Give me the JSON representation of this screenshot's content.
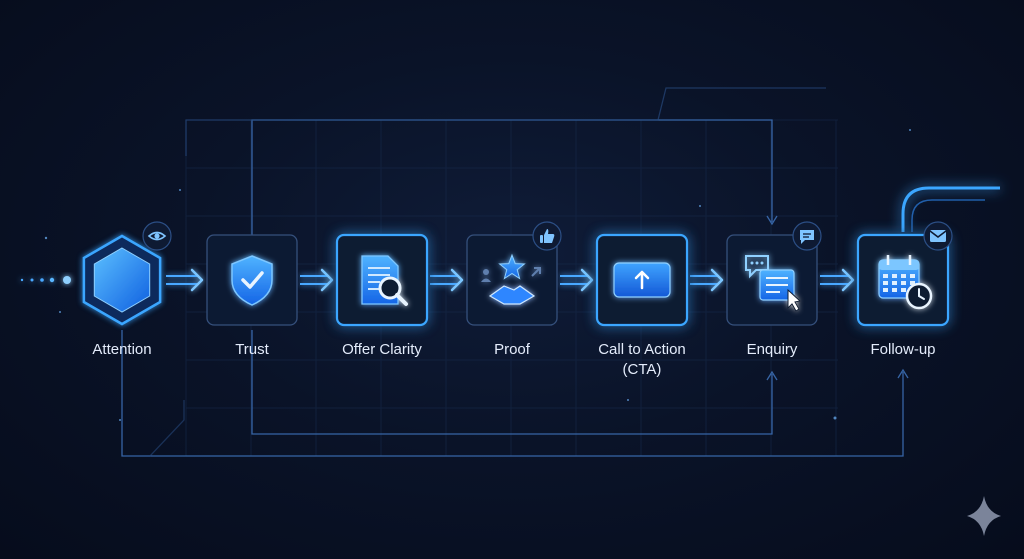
{
  "colors": {
    "background": "#0a1328",
    "accent": "#1e8bff",
    "glow": "#3aa6ff",
    "node_fill": "#0c1a33",
    "line": "#3b6fb8",
    "label": "#e4ecfb"
  },
  "flow": {
    "steps": [
      {
        "id": "attention",
        "label": "Attention",
        "icon": "hexagon-icon",
        "badge": "eye-icon"
      },
      {
        "id": "trust",
        "label": "Trust",
        "icon": "shield-check-icon",
        "badge": null
      },
      {
        "id": "offer-clarity",
        "label": "Offer Clarity",
        "icon": "document-search-icon",
        "badge": null
      },
      {
        "id": "proof",
        "label": "Proof",
        "icon": "handshake-star-icon",
        "badge": "thumbs-up-icon"
      },
      {
        "id": "cta",
        "label": "Call to Action\n(CTA)",
        "icon": "upload-button-icon",
        "badge": null
      },
      {
        "id": "enquiry",
        "label": "Enquiry",
        "icon": "chat-form-icon",
        "badge": "chat-bubble-icon"
      },
      {
        "id": "follow-up",
        "label": "Follow-up",
        "icon": "calendar-clock-icon",
        "badge": "mail-icon"
      }
    ],
    "connector": "arrow-right-icon"
  },
  "watermark": "sparkle-icon"
}
